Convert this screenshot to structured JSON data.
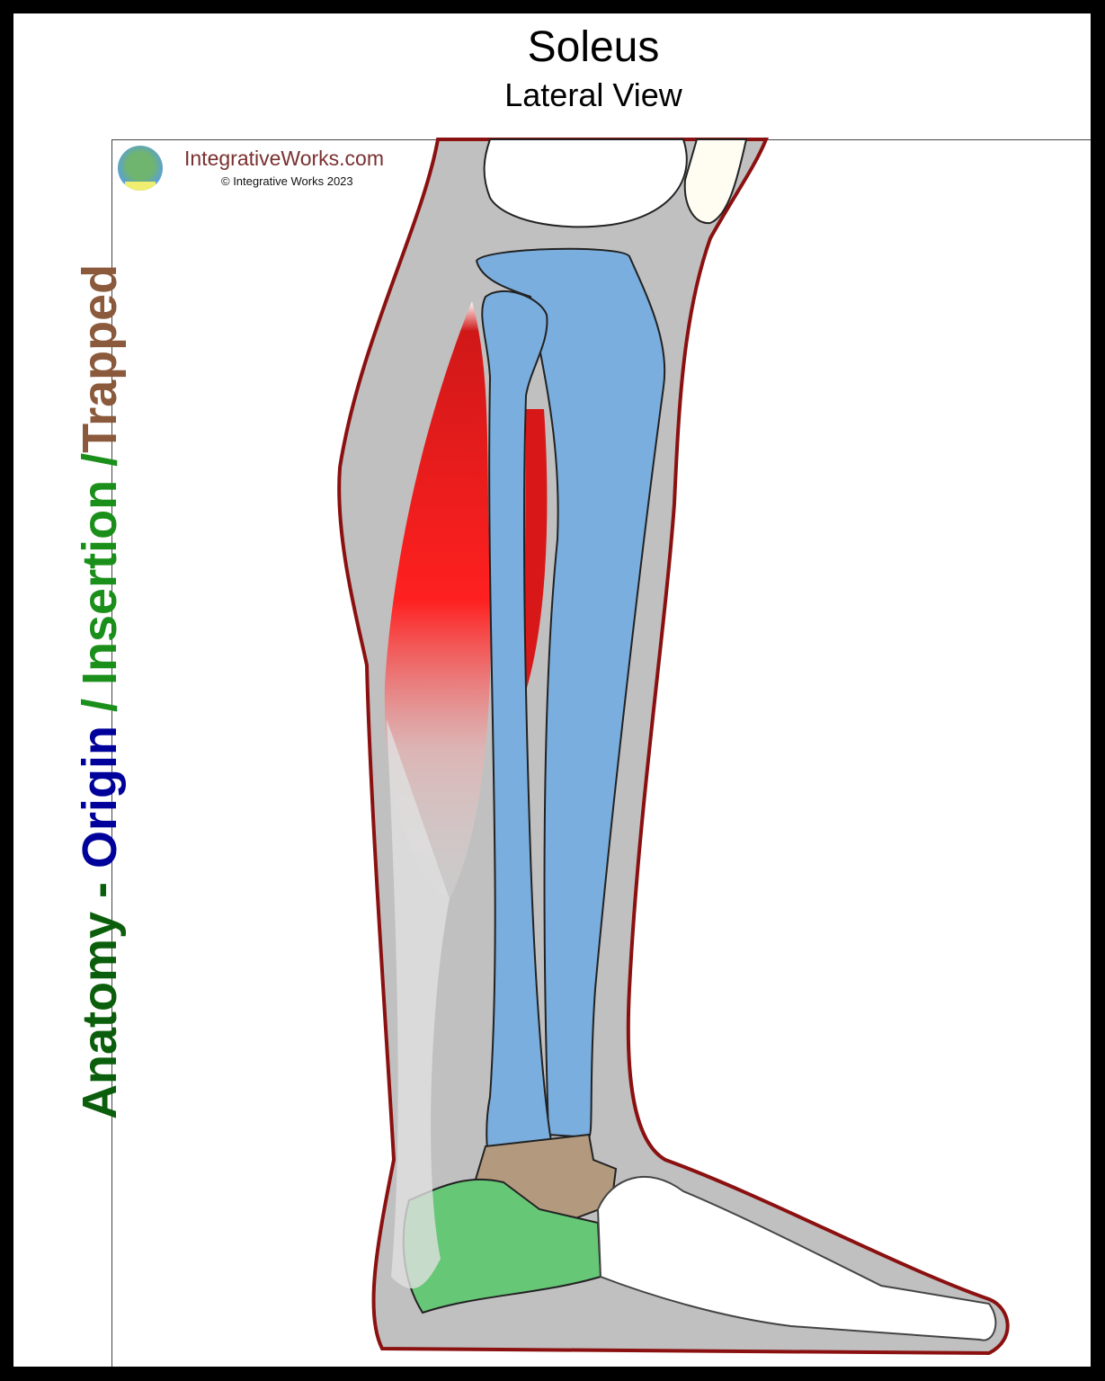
{
  "title": "Soleus",
  "subtitle": "Lateral View",
  "side_label": {
    "part1": "Anatomy - ",
    "part2": "Origin",
    "part3": " / Insertion /",
    "part4": "Trapped",
    "colors": {
      "part1": "#0b5e0b",
      "part2": "#00009a",
      "part3": "#1a8f1a",
      "part4": "#8b5a3c"
    }
  },
  "branding": {
    "site": "IntegrativeWorks.com",
    "copyright": "© Integrative Works 2023",
    "logo_text": "IntegrativeWorks.com"
  },
  "colors": {
    "skin": "#c0c0c0",
    "outline": "#8b1010",
    "bone": "#7aaede",
    "muscle": "#e01515",
    "insertion_calcaneus": "#66c777",
    "tarsal": "#b39a7e"
  }
}
